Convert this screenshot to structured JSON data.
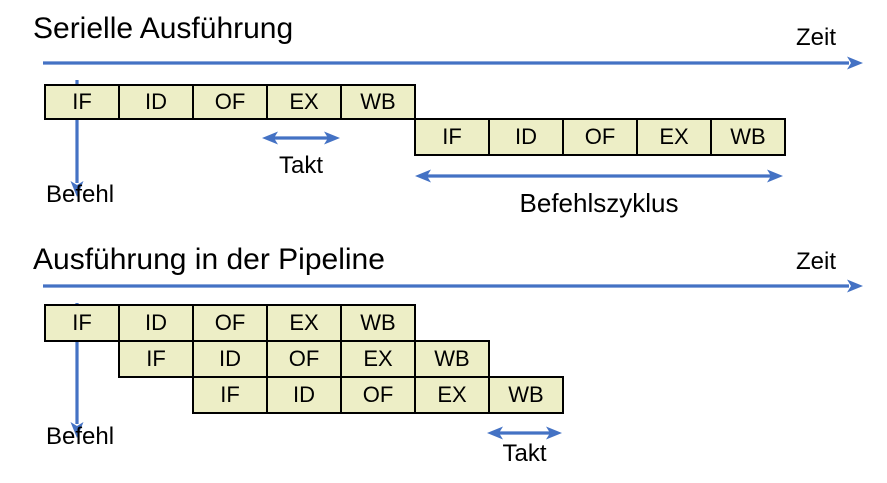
{
  "colors": {
    "accent_blue": "#4472C4",
    "cell_fill": "#EDEEC6",
    "border_black": "#000000",
    "background": "#FFFFFF"
  },
  "sections": [
    {
      "title": "Serielle Ausführung",
      "time_axis_label": "Zeit",
      "instruction_axis_label": "Befehl",
      "clock_label": "Takt",
      "cycle_label": "Befehlszyklus",
      "rows": [
        {
          "cells": [
            "IF",
            "ID",
            "OF",
            "EX",
            "WB"
          ]
        },
        {
          "cells": [
            "IF",
            "ID",
            "OF",
            "EX",
            "WB"
          ]
        }
      ]
    },
    {
      "title": "Ausführung in der Pipeline",
      "time_axis_label": "Zeit",
      "instruction_axis_label": "Befehl",
      "clock_label": "Takt",
      "rows": [
        {
          "cells": [
            "IF",
            "ID",
            "OF",
            "EX",
            "WB"
          ]
        },
        {
          "cells": [
            "IF",
            "ID",
            "OF",
            "EX",
            "WB"
          ]
        },
        {
          "cells": [
            "IF",
            "ID",
            "OF",
            "EX",
            "WB"
          ]
        }
      ]
    }
  ]
}
